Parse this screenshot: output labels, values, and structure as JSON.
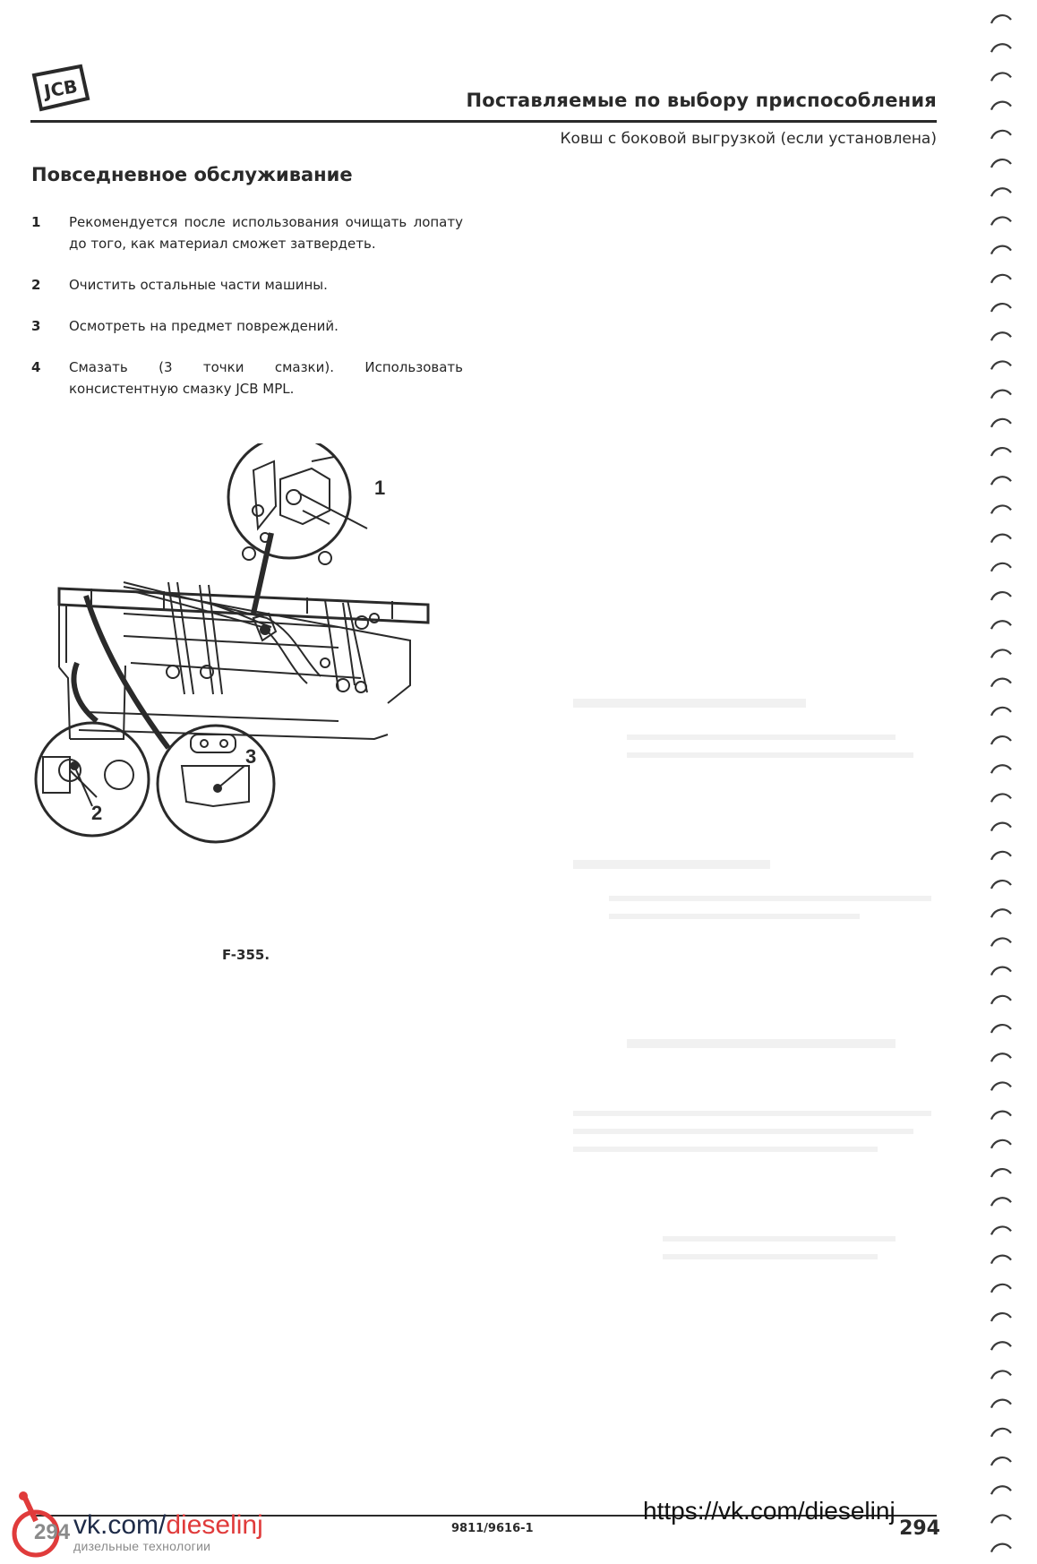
{
  "header": {
    "brand": "JCB",
    "title": "Поставляемые по выбору приспособления",
    "subtitle": "Ковш с боковой выгрузкой (если установлена)"
  },
  "section": {
    "title": "Повседневное обслуживание"
  },
  "steps": [
    {
      "num": "1",
      "text": "Рекомендуется после использования очищать лопату до того, как материал сможет затвердеть."
    },
    {
      "num": "2",
      "text": "Очистить остальные части машины."
    },
    {
      "num": "3",
      "text": "Осмотреть на предмет повреждений."
    },
    {
      "num": "4",
      "text": "Смазать (3 точки смазки). Использовать консистентную смазку JCB MPL."
    }
  ],
  "figure": {
    "callouts": [
      "1",
      "2",
      "3"
    ],
    "caption": "F-355."
  },
  "footer": {
    "doc_number": "9811/9616-1",
    "page_number": "294"
  },
  "watermark": {
    "url": "https://vk.com/dieselinj",
    "page_badge": "294",
    "site_prefix": "vk.com/",
    "site_accent": "dieselinj",
    "tagline": "дизельные технологии"
  }
}
